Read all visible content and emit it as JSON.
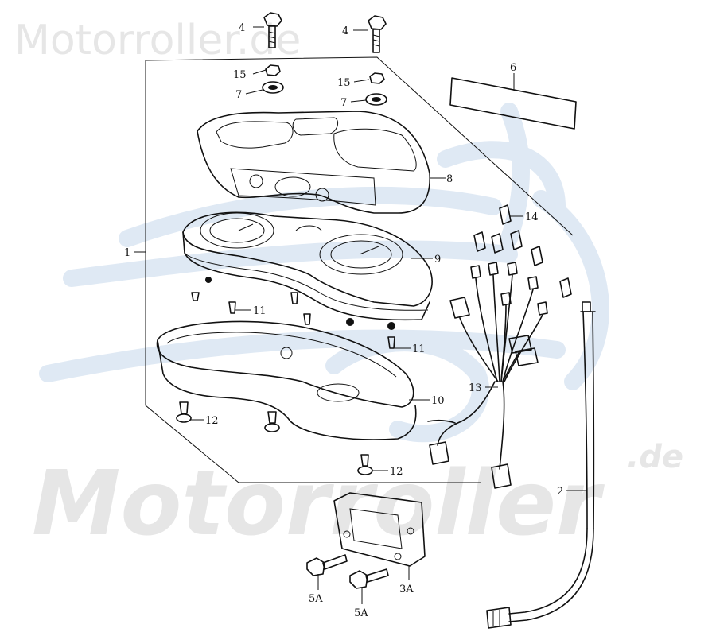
{
  "watermark": {
    "top_text": "Motorroller.de",
    "bottom_main": "Motorroller",
    "bottom_suffix": ".de",
    "logo_color": "#dfe9f4",
    "text_color": "#e6e6e6"
  },
  "callouts": {
    "c1": "1",
    "c2": "2",
    "c3a": "3A",
    "c4a": "4",
    "c4b": "4",
    "c5a1": "5A",
    "c5a2": "5A",
    "c6": "6",
    "c7a": "7",
    "c7b": "7",
    "c8": "8",
    "c9": "9",
    "c10": "10",
    "c11a": "11",
    "c11b": "11",
    "c12a": "12",
    "c12b": "12",
    "c13": "13",
    "c14": "14",
    "c15a": "15",
    "c15b": "15"
  }
}
